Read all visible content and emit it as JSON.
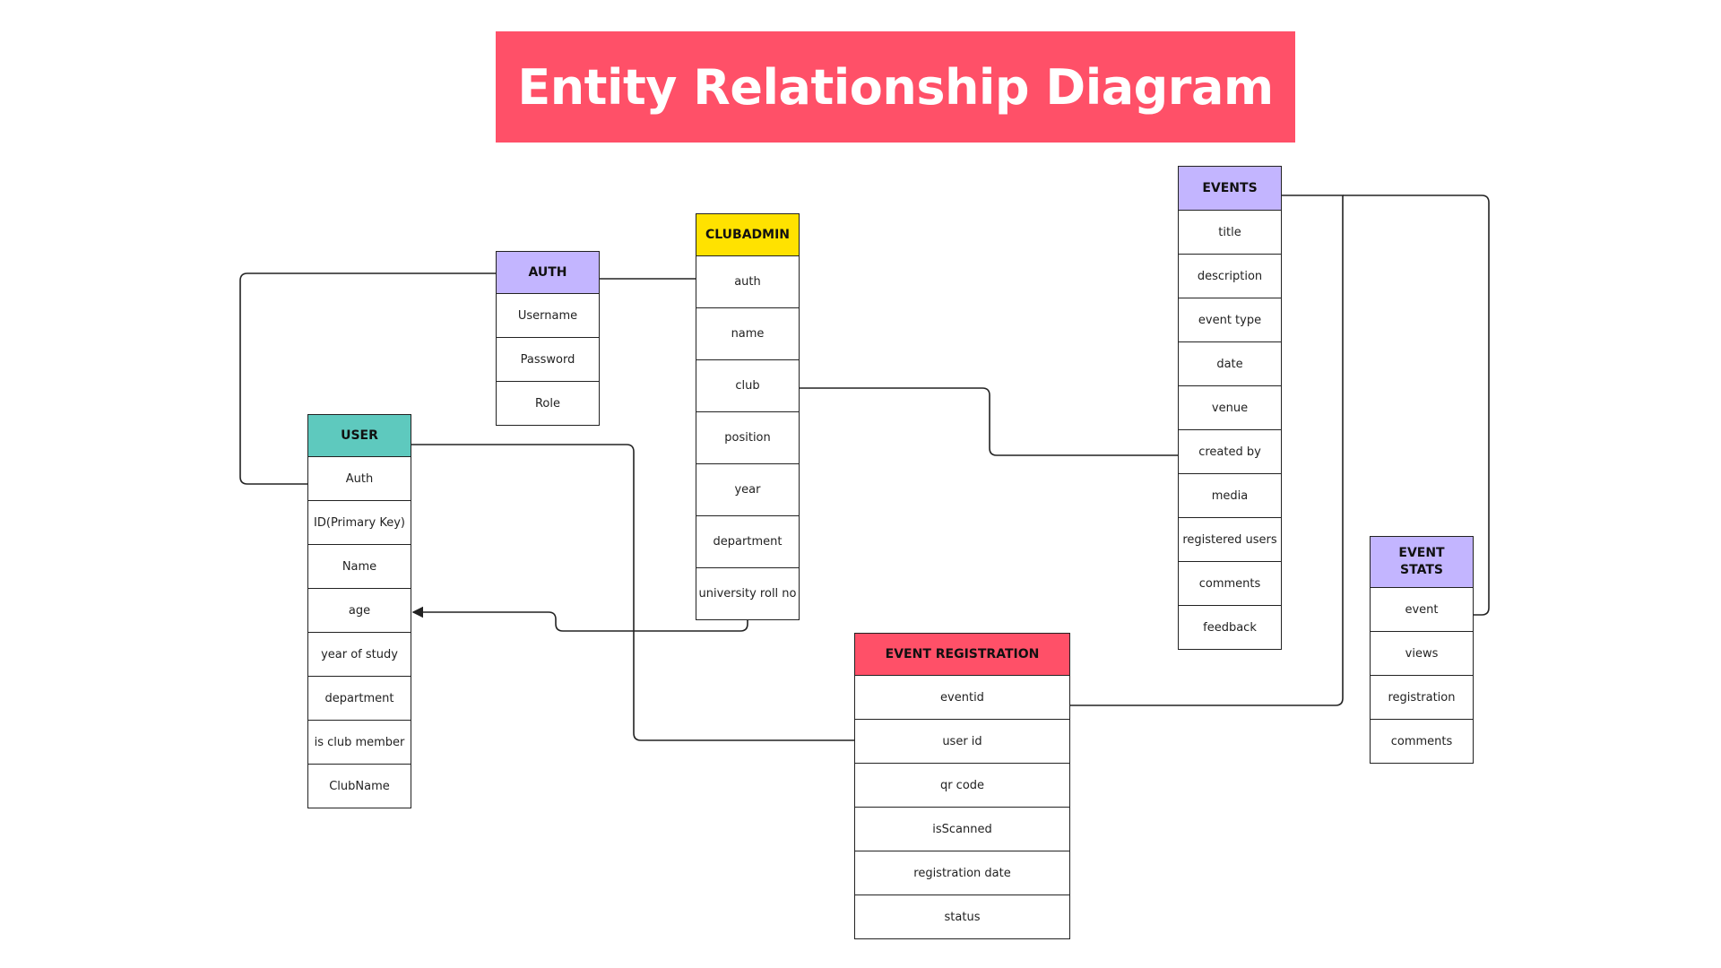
{
  "title": "Entity Relationship Diagram",
  "colors": {
    "title_bg": "#ff5068",
    "user": "#5ec9be",
    "auth": "#c3b5ff",
    "clubadmin": "#ffe200",
    "events": "#c3b5ff",
    "event_stats": "#c3b5ff",
    "event_registration": "#ff5068"
  },
  "entities": {
    "user": {
      "name": "USER",
      "fields": [
        "Auth",
        "ID(Primary Key)",
        "Name",
        "age",
        "year of study",
        "department",
        "is club member",
        "ClubName"
      ]
    },
    "auth": {
      "name": "AUTH",
      "fields": [
        "Username",
        "Password",
        "Role"
      ]
    },
    "clubadmin": {
      "name": "CLUBADMIN",
      "fields": [
        "auth",
        "name",
        "club",
        "position",
        "year",
        "department",
        "university roll no"
      ]
    },
    "events": {
      "name": "EVENTS",
      "fields": [
        "title",
        "description",
        "event type",
        "date",
        "venue",
        "created by",
        "media",
        "registered users",
        "comments",
        "feedback"
      ]
    },
    "event_stats": {
      "name": "EVENT STATS",
      "fields": [
        "event",
        "views",
        "registration",
        "comments"
      ]
    },
    "event_registration": {
      "name": "EVENT REGISTRATION",
      "fields": [
        "eventid",
        "user id",
        "qr code",
        "isScanned",
        "registration date",
        "status"
      ]
    }
  }
}
